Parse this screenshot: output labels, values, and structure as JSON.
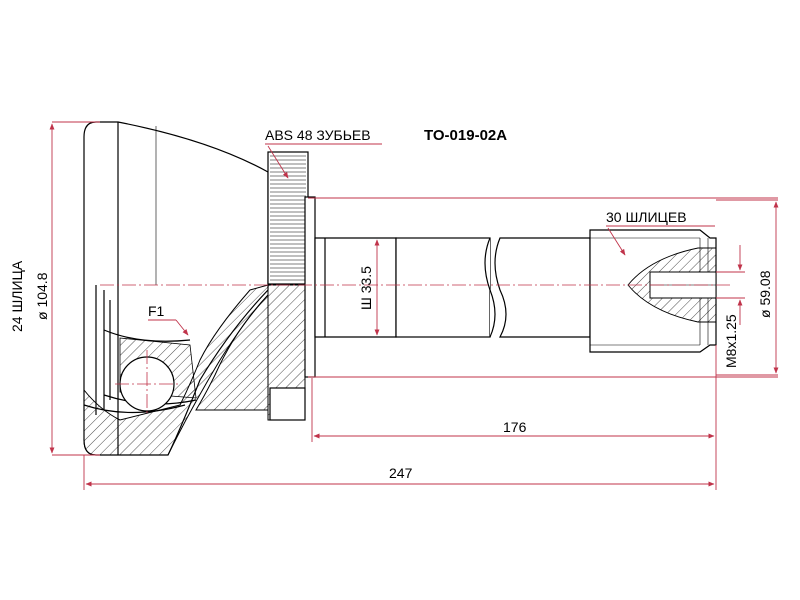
{
  "part_number": "TO-019-02A",
  "labels": {
    "abs_teeth": "ABS 48 ЗУБЬЕВ",
    "outer_splines": "30 ШЛИЦЕВ",
    "inner_splines": "24 ШЛИЦА",
    "f1": "F1",
    "thread": "M8x1.25"
  },
  "dimensions": {
    "outer_diameter": "ø 104.8",
    "shaft_diameter": "Ш 33.5",
    "spline_diameter": "ø 59.08",
    "shaft_length": "176",
    "total_length": "247"
  },
  "colors": {
    "outline": "#000000",
    "dimension_line": "#c0334a"
  }
}
